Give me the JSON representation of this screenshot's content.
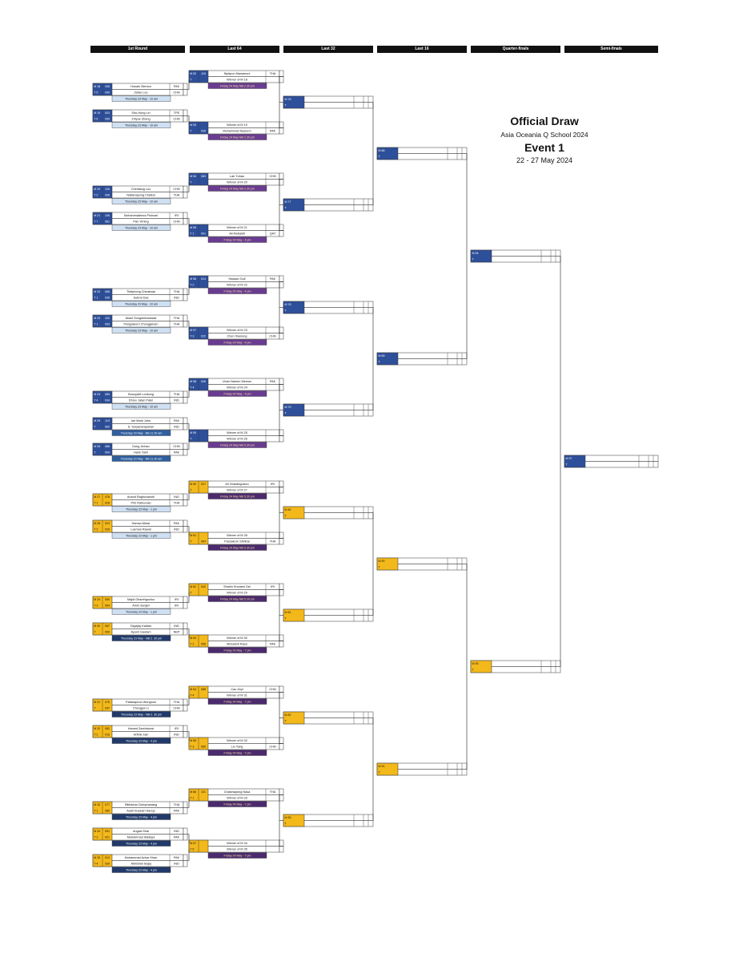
{
  "headers": [
    "1st Round",
    "Last 64",
    "Last 32",
    "Last 16",
    "Quarter-finals",
    "Semi-finals"
  ],
  "title": {
    "main": "Official Draw",
    "subtitle": "Asia Oceania Q School 2024",
    "event": "Event 1",
    "dates": "22 - 27 May 2024"
  },
  "colors": {
    "blue": "#2e4f9a",
    "yellow": "#f3b81a",
    "purple": "#6a3c91",
    "light_blue": "#cfe0f3",
    "navy": "#213a6b"
  },
  "round1": [
    {
      "m": "M 18",
      "s1": "036",
      "p1": "Hunain Memon",
      "c1": "PAK",
      "t": "T 5",
      "s2": "090",
      "p2": "Zetao Luo",
      "c2": "CHN",
      "time": "Thursday 23 May - 10 am",
      "color": "blue"
    },
    {
      "m": "M 19",
      "s1": "003",
      "p1": "Shu-Hung Lin",
      "c1": "TPE",
      "t": "T 6",
      "s2": "095",
      "p2": "Zhiyue Zhang",
      "c2": "CHN",
      "time": "Thursday 23 May - 10 am",
      "color": "blue"
    },
    {
      "m": "M 20",
      "s1": "105",
      "p1": "Chenliang Luo",
      "c1": "CHN",
      "t": "T 2",
      "s2": "096",
      "p2": "Nattanapong Chaikul",
      "c2": "THA",
      "time": "Thursday 23 May - 10 am",
      "color": "blue"
    },
    {
      "m": "M 21",
      "s1": "106",
      "p1": "Mohammadreza Pishvari",
      "c1": "IRI",
      "t": "T 7",
      "s2": "081",
      "p2": "Pan Yiming",
      "c2": "CHN",
      "time": "Thursday 23 May - 10 am",
      "color": "blue"
    },
    {
      "m": "M 22",
      "s1": "068",
      "p1": "Thitiphong Chiraboak",
      "c1": "THA",
      "t": "T 1",
      "s2": "035",
      "p2": "Subrat Das",
      "c2": "IND",
      "time": "Thursday 23 May - 10 am",
      "color": "blue"
    },
    {
      "m": "M 23",
      "s1": "102",
      "p1": "Akani Songsermsawad",
      "c1": "THA",
      "t": "T 1",
      "s2": "053",
      "p2": "Pongsakorn Chongjaroen",
      "c2": "THA",
      "time": "Thursday 23 May - 10 am",
      "color": "blue"
    },
    {
      "m": "M 24",
      "s1": "080",
      "p1": "Boonyarit Lonkong",
      "c1": "THA",
      "t": "T 4",
      "s2": "034",
      "p2": "Dhruv Jatan Patel",
      "c2": "IND",
      "time": "Thursday 23 May - 10 am",
      "color": "blue"
    },
    {
      "m": "M 25",
      "s1": "119",
      "p1": "Ian Mark John",
      "c1": "PAK",
      "t": "T",
      "s2": "062",
      "p2": "S. Suryanarayanan",
      "c2": "IND",
      "time": "Thursday 23 May - NB 11.30 am",
      "color": "blue"
    },
    {
      "m": "M 26",
      "s1": "086",
      "p1": "Dong Jinhao",
      "c1": "CHN",
      "t": "T",
      "s2": "009",
      "p2": "Haris Tahir",
      "c2": "PAK",
      "time": "Thursday 23 May - NB 11.30 am",
      "color": "blue"
    },
    {
      "m": "M 27",
      "s1": "078",
      "p1": "Anand Raghuvanshi",
      "c1": "IND",
      "t": "T 1",
      "s2": "026",
      "p2": "Prin Ratnunalo",
      "c2": "THA",
      "time": "Thursday 23 May - 1 pm",
      "color": "yellow"
    },
    {
      "m": "M 28",
      "s1": "023",
      "p1": "Hamza Akbar",
      "c1": "PAK",
      "t": "T 2",
      "s2": "029",
      "p2": "Laxman Rawat",
      "c2": "IND",
      "time": "Thursday 23 May - 1 pm",
      "color": "yellow"
    },
    {
      "m": "M 29",
      "s1": "059",
      "p1": "Majid Gharehgozlou",
      "c1": "IRI",
      "t": "T 3",
      "s2": "054",
      "p2": "Amin Sanjari",
      "c2": "IRI",
      "time": "Thursday 23 May - 1 pm",
      "color": "yellow"
    },
    {
      "m": "M 30",
      "s1": "087",
      "p1": "Digvijay Kadian",
      "c1": "IND",
      "t": "T",
      "s2": "050",
      "p2": "Ayush Gautam",
      "c2": "NEP",
      "time": "Thursday 23 May - NB 2. 30 pm",
      "color": "yellow"
    },
    {
      "m": "M 31",
      "s1": "075",
      "p1": "Pattaraphon Wonghun",
      "c1": "THA",
      "t": "T",
      "s2": "047",
      "p2": "Chengjun Li",
      "c2": "CHN",
      "time": "Thursday 23 May - NB 2. 30 pm",
      "color": "yellow"
    },
    {
      "m": "M 32",
      "s1": "082",
      "p1": "Hamed Zarehdoost",
      "c1": "IRI",
      "t": "T 2",
      "s2": "016",
      "p2": "Hrithik Jain",
      "c2": "IND",
      "time": "Thursday 23 May - 4 pm",
      "color": "yellow"
    },
    {
      "m": "M 33",
      "s1": "077",
      "p1": "Ritthichai Chimphanang",
      "c1": "THA",
      "t": "T 1",
      "s2": "089",
      "p2": "Aadil Hussain Narejo",
      "c2": "PAK",
      "time": "Thursday 23 May - 4 pm",
      "color": "yellow"
    },
    {
      "m": "M 34",
      "s1": "091",
      "p1": "Angad Ghai",
      "c1": "IND",
      "t": "T 3",
      "s2": "021",
      "p2": "Muhammad Siddiqui",
      "c2": "PAK",
      "time": "Thursday 23 May - 4 pm",
      "color": "yellow"
    },
    {
      "m": "M 35",
      "s1": "013",
      "p1": "Muhammad Azhar Khan",
      "c1": "PAK",
      "t": "T 4",
      "s2": "030",
      "p2": "Abhishek Bajaj",
      "c2": "IND",
      "time": "Thursday 23 May - 4 pm",
      "color": "yellow"
    }
  ],
  "last64": [
    {
      "m": "M 52",
      "s1": "115",
      "p1": "Nipitpon Manamuni",
      "c1": "THA",
      "t": "T",
      "s2": "",
      "p2": "Winner of M 18",
      "c2": "",
      "time": "Friday 24 May NB 2.30 pm",
      "color": "blue"
    },
    {
      "m": "M 53",
      "s1": "",
      "p1": "Winner of M 19",
      "c1": "",
      "t": "T",
      "s2": "039",
      "p2": "Muhammad Naseem",
      "c2": "PAK",
      "time": "Friday 24 May NB 2.30 pm",
      "color": "blue"
    },
    {
      "m": "M 54",
      "s1": "083",
      "p1": "Lan Yuhao",
      "c1": "CHN",
      "t": "T",
      "s2": "",
      "p2": "Winner of M 20",
      "c2": "",
      "time": "Friday 24 May NB 2.30 pm",
      "color": "blue"
    },
    {
      "m": "M 55",
      "s1": "",
      "p1": "Winner of M 21",
      "c1": "",
      "t": "T 1",
      "s2": "001",
      "p2": "Ali Alobaidli",
      "c2": "QAT",
      "time": "Friday 24 May - 4 pm",
      "color": "blue"
    },
    {
      "m": "M 56",
      "s1": "014",
      "p1": "Hasaan Gull",
      "c1": "PAK",
      "t": "T 2",
      "s2": "",
      "p2": "Winner of M 22",
      "c2": "",
      "time": "Friday 24 May - 4 pm",
      "color": "blue"
    },
    {
      "m": "M 57",
      "s1": "",
      "p1": "Winner of M 23",
      "c1": "",
      "t": "T 3",
      "s2": "022",
      "p2": "Chen Xiaolong",
      "c2": "CHN",
      "time": "Friday 24 May - 4 pm",
      "color": "blue"
    },
    {
      "m": "M 58",
      "s1": "006",
      "p1": "Umer Naeem Memon",
      "c1": "PAK",
      "t": "T 4",
      "s2": "",
      "p2": "Winner of M 24",
      "c2": "",
      "time": "Friday 24 May - 4 pm",
      "color": "blue"
    },
    {
      "m": "M 59",
      "s1": "",
      "p1": "Winner of M 25",
      "c1": "",
      "t": "T",
      "s2": "",
      "p2": "Winner of M 26",
      "c2": "",
      "time": "Friday 24 May NB 5.30 pm",
      "color": "blue"
    },
    {
      "m": "M 60",
      "s1": "027",
      "p1": "Ali Gharahgozlou",
      "c1": "IRI",
      "t": "T",
      "s2": "",
      "p2": "Winner of M 27",
      "c2": "",
      "time": "Friday 24 May NB 5.30 pm",
      "color": "yellow"
    },
    {
      "m": "M 61",
      "s1": "",
      "p1": "Winner of M 28",
      "c1": "",
      "t": "T",
      "s2": "064",
      "p2": "Passakorn Sthikrai",
      "c2": "THA",
      "time": "Friday 24 May NB 5.30 pm",
      "color": "yellow"
    },
    {
      "m": "M 62",
      "s1": "042",
      "p1": "Shahin Khorami Del",
      "c1": "IRI",
      "t": "T",
      "s2": "",
      "p2": "Winner of M 29",
      "c2": "",
      "time": "Friday 24 May NB 5.30 pm",
      "color": "yellow"
    },
    {
      "m": "M 63",
      "s1": "",
      "p1": "Winner of M 30",
      "c1": "",
      "t": "T 2",
      "s2": "058",
      "p2": "Mubashir Raza",
      "c2": "PAK",
      "time": "Friday 24 May - 7 pm",
      "color": "yellow"
    },
    {
      "m": "M 64",
      "s1": "088",
      "p1": "Cao Zeyi",
      "c1": "CHN",
      "t": "T 4",
      "s2": "",
      "p2": "Winner of M 31",
      "c2": "",
      "time": "Friday 24 May - 7 pm",
      "color": "yellow"
    },
    {
      "m": "M 65",
      "s1": "",
      "p1": "Winner of M 32",
      "c1": "",
      "t": "T 3",
      "s2": "060",
      "p2": "Liu Yang",
      "c2": "CHN",
      "time": "Friday 24 May - 7 pm",
      "color": "yellow"
    },
    {
      "m": "M 66",
      "s1": "101",
      "p1": "Chatchapong Nasa",
      "c1": "THA",
      "t": "T 1",
      "s2": "",
      "p2": "Winner of M 33",
      "c2": "",
      "time": "Friday 24 May - 7 pm",
      "color": "yellow"
    },
    {
      "m": "M 67",
      "s1": "",
      "p1": "Winner of M 34",
      "c1": "",
      "t": "T 5",
      "s2": "",
      "p2": "Winner of M 35",
      "c2": "",
      "time": "Friday 24 May - 7 pm",
      "color": "yellow"
    }
  ],
  "last32": [
    {
      "m": "M 76",
      "t": "T",
      "color": "blue"
    },
    {
      "m": "M 77",
      "t": "T",
      "color": "blue"
    },
    {
      "m": "M 78",
      "t": "T",
      "color": "blue"
    },
    {
      "m": "M 79",
      "t": "T",
      "color": "blue"
    },
    {
      "m": "M 80",
      "t": "T",
      "color": "yellow"
    },
    {
      "m": "M 81",
      "t": "T",
      "color": "yellow"
    },
    {
      "m": "M 82",
      "t": "T",
      "color": "yellow"
    },
    {
      "m": "M 83",
      "t": "T",
      "color": "yellow"
    }
  ],
  "last16": [
    {
      "m": "M 88",
      "t": "T",
      "color": "blue"
    },
    {
      "m": "M 89",
      "t": "T",
      "color": "blue"
    },
    {
      "m": "M 90",
      "t": "T",
      "color": "yellow"
    },
    {
      "m": "M 91",
      "t": "T",
      "color": "yellow"
    }
  ],
  "quarterfinals": [
    {
      "m": "M 94",
      "t": "T",
      "color": "blue"
    },
    {
      "m": "M 95",
      "t": "T",
      "color": "yellow"
    }
  ],
  "semifinals": [
    {
      "m": "M 97",
      "t": "T",
      "color": "blue"
    }
  ]
}
